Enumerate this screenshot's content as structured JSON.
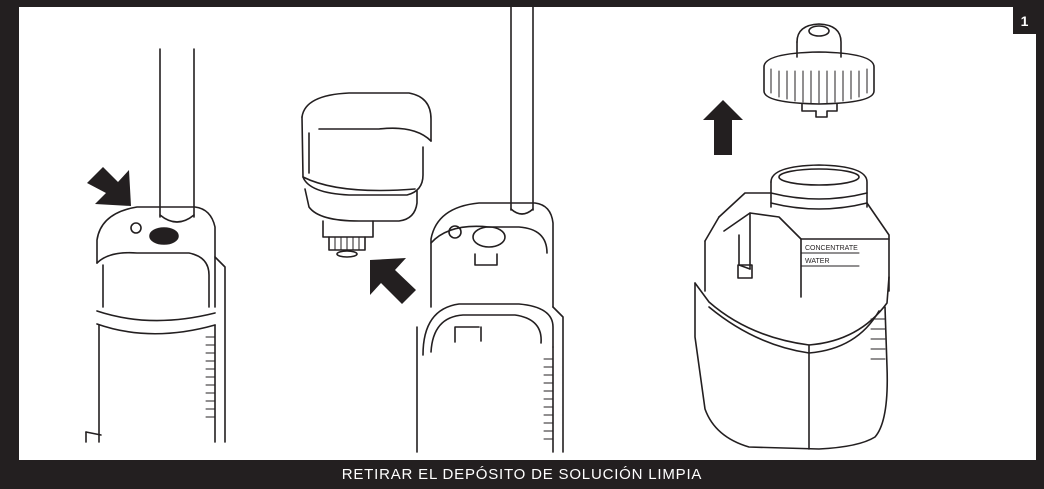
{
  "step_number": "1",
  "caption": "RETIRAR EL DEPÓSITO DE SOLUCIÓN LIMPIA",
  "tank_labels": {
    "concentrate": "CONCENTRATE",
    "water": "WATER"
  },
  "colors": {
    "frame": "#231f20",
    "line": "#231f20",
    "background": "#ffffff"
  },
  "panels": [
    {
      "name": "press-release-button",
      "icon": "arrow-down-right-icon"
    },
    {
      "name": "lift-out-tank",
      "icon": "arrow-up-left-icon"
    },
    {
      "name": "unscrew-cap",
      "icon": "arrow-up-icon"
    }
  ]
}
